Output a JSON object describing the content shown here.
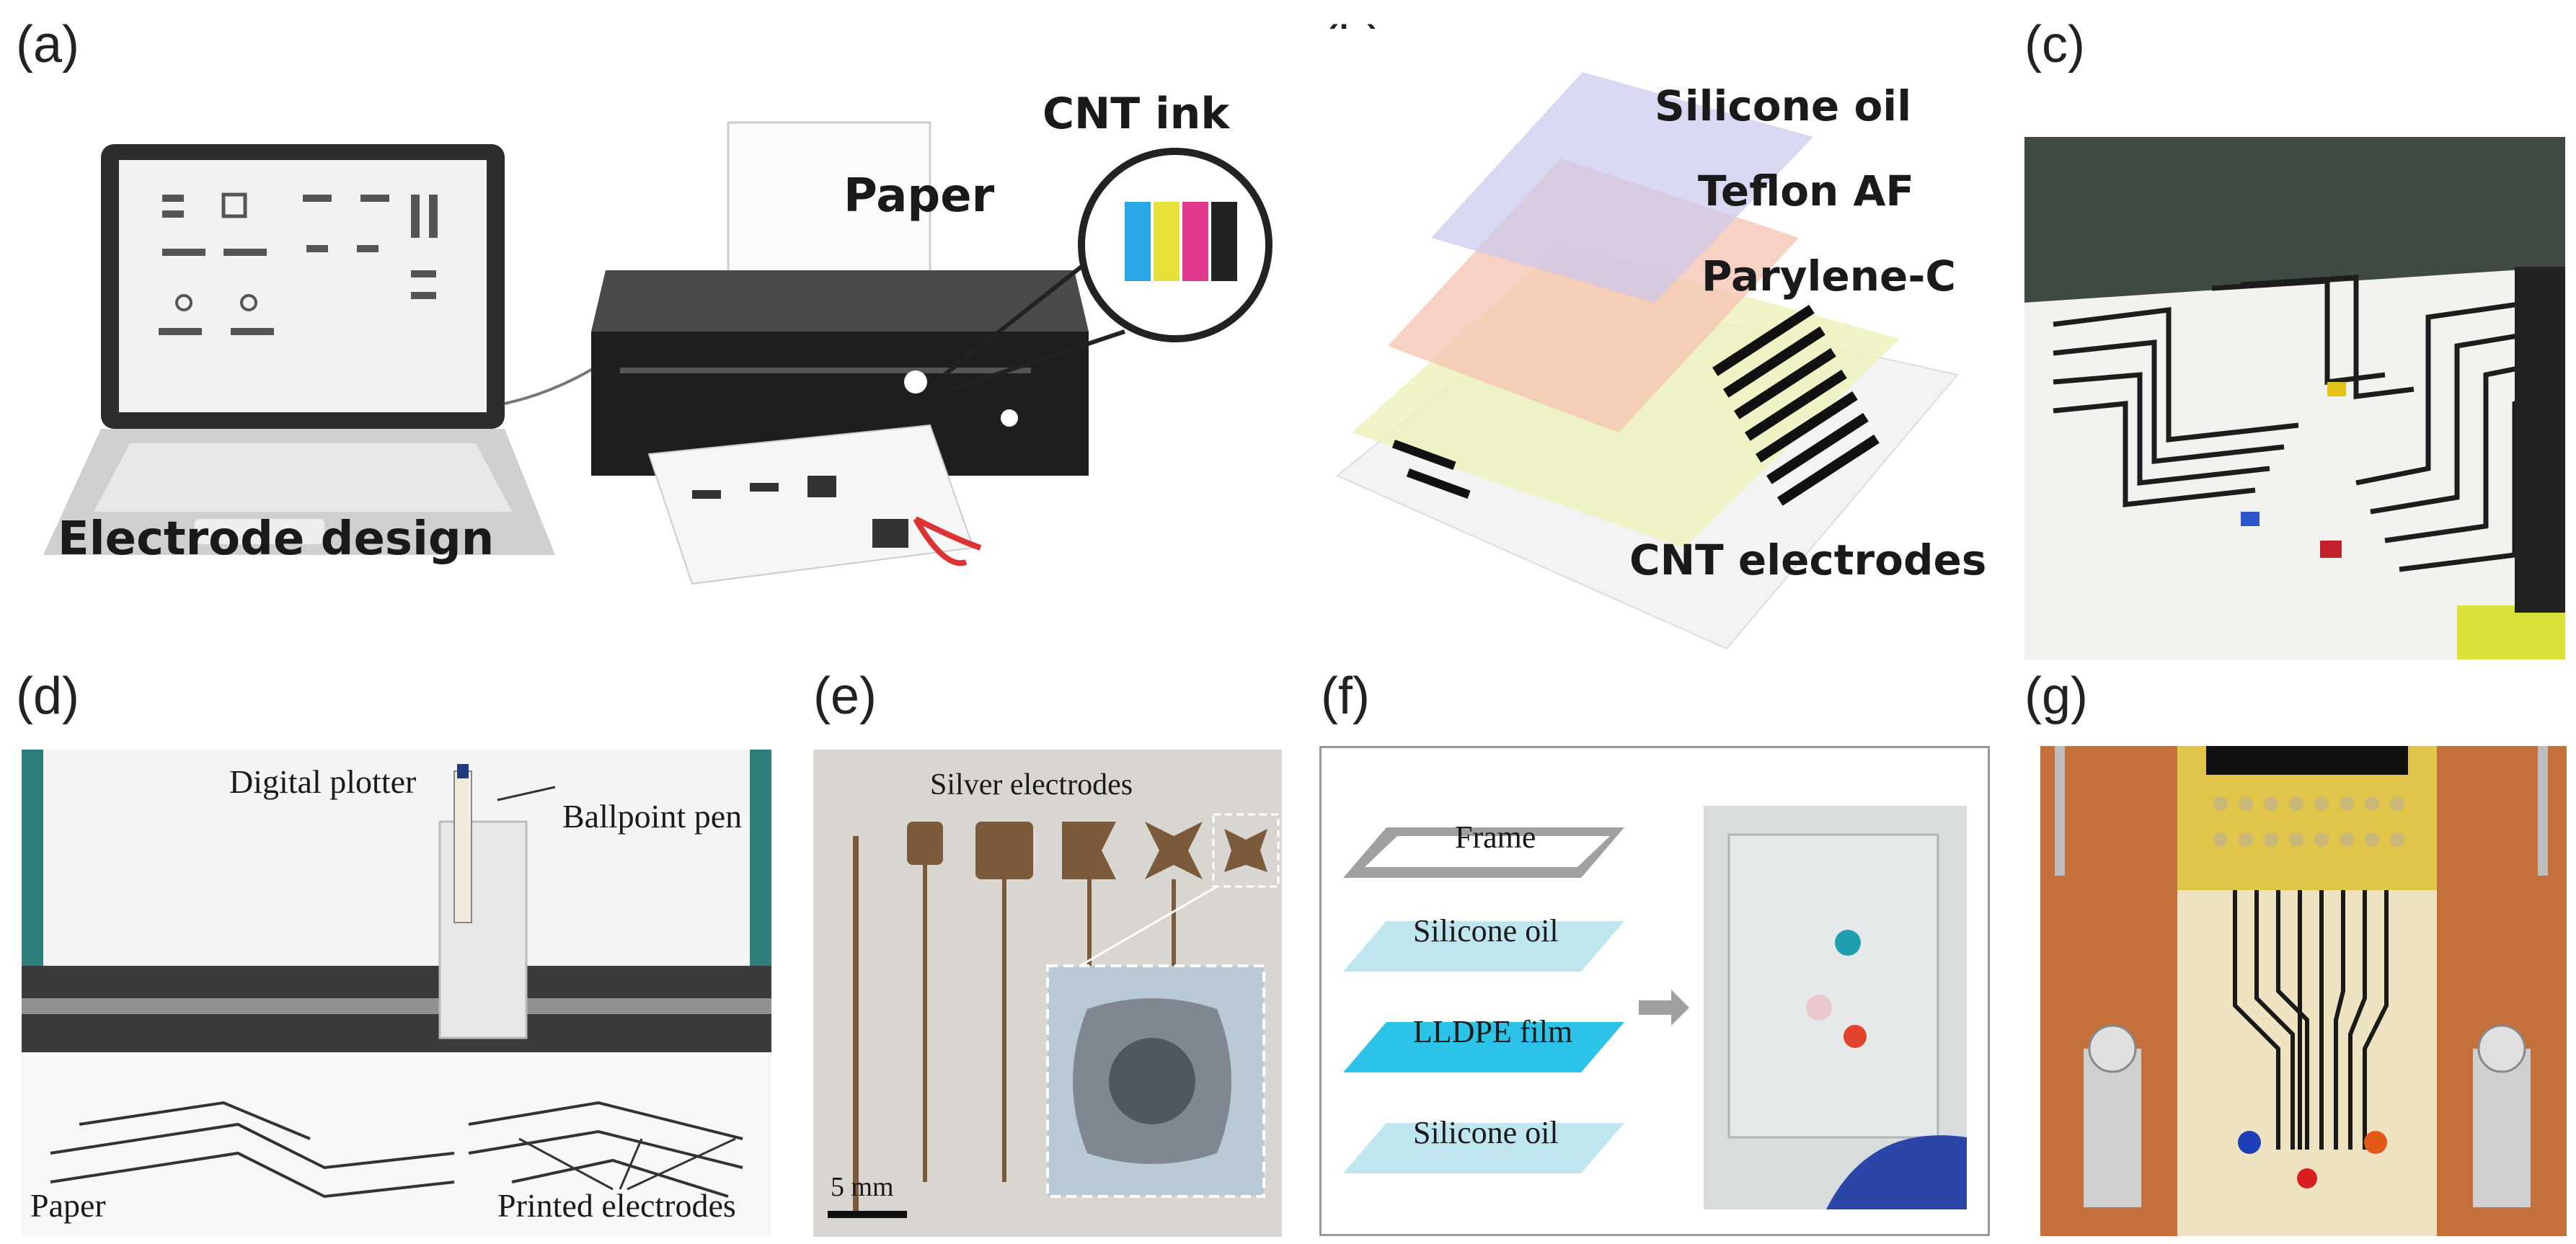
{
  "panels": {
    "a": {
      "letter": "(a)",
      "labels": {
        "paper": "Paper",
        "cnt_ink": "CNT ink",
        "electrode_design": "Electrode design"
      }
    },
    "b": {
      "letter": "(b)",
      "labels": {
        "silicone_oil": "Silicone oil",
        "teflon_af": "Teflon AF",
        "parylene_c": "Parylene-C",
        "cnt_electrodes": "CNT electrodes"
      }
    },
    "c": {
      "letter": "(c)"
    },
    "d": {
      "letter": "(d)",
      "labels": {
        "digital_plotter": "Digital plotter",
        "ballpoint_pen": "Ballpoint pen",
        "paper": "Paper",
        "printed_electrodes": "Printed electrodes"
      }
    },
    "e": {
      "letter": "(e)",
      "labels": {
        "silver_electrodes": "Silver electrodes",
        "scale_bar": "5 mm"
      }
    },
    "f": {
      "letter": "(f)",
      "labels": {
        "frame": "Frame",
        "silicone_oil_top": "Silicone oil",
        "lldpe_film": "LLDPE film",
        "silicone_oil_bottom": "Silicone oil"
      }
    },
    "g": {
      "letter": "(g)"
    }
  },
  "colors": {
    "teflon": "#f6c2b2",
    "parylene": "#eef1b8",
    "silicone": "#c9c8ec",
    "lldpe": "#2dc3e8",
    "oil_slab": "#bfe6ee",
    "pcb": "#c4703a"
  }
}
